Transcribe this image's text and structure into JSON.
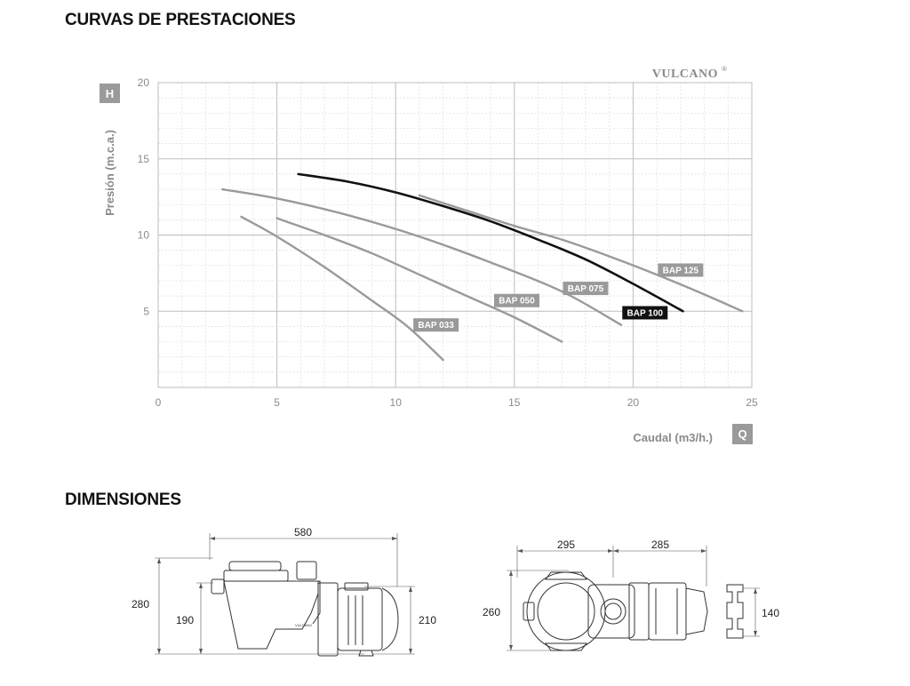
{
  "sections": {
    "curves_title": "CURVAS DE PRESTACIONES",
    "dimensions_title": "DIMENSIONES"
  },
  "brand": "VULCANO",
  "brand_mark": "®",
  "colors": {
    "grid": "#c8c8c8",
    "light_curve": "#9a9a9a",
    "highlight_curve": "#111111",
    "badge_light": "#9a9a9a",
    "badge_dark": "#111111",
    "axis_badge": "#9a9a9a"
  },
  "chart_data": {
    "type": "line",
    "title": "",
    "xlabel": "Caudal (m3/h.)",
    "ylabel": "Presión (m.c.a.)",
    "x_axis_badge": "Q",
    "y_axis_badge": "H",
    "xlim": [
      0,
      25
    ],
    "ylim": [
      0,
      20
    ],
    "x_ticks": [
      0,
      5,
      10,
      15,
      20,
      25
    ],
    "y_ticks": [
      5,
      10,
      15,
      20
    ],
    "grid": true,
    "series": [
      {
        "name": "BAP 033",
        "color": "#9a9a9a",
        "points": [
          [
            3.5,
            11.2
          ],
          [
            5,
            9.9
          ],
          [
            7,
            7.9
          ],
          [
            9,
            5.7
          ],
          [
            10.5,
            4.0
          ],
          [
            12,
            1.8
          ]
        ]
      },
      {
        "name": "BAP 050",
        "color": "#9a9a9a",
        "points": [
          [
            5,
            11.1
          ],
          [
            7,
            10.0
          ],
          [
            9,
            8.8
          ],
          [
            11,
            7.4
          ],
          [
            13,
            6.0
          ],
          [
            15,
            4.6
          ],
          [
            17,
            3.0
          ]
        ]
      },
      {
        "name": "BAP 075",
        "color": "#9a9a9a",
        "points": [
          [
            2.7,
            13.0
          ],
          [
            5,
            12.4
          ],
          [
            8,
            11.3
          ],
          [
            11,
            9.9
          ],
          [
            14,
            8.2
          ],
          [
            17,
            6.3
          ],
          [
            19.5,
            4.1
          ]
        ]
      },
      {
        "name": "BAP 100",
        "color": "#111111",
        "highlight": true,
        "points": [
          [
            5.9,
            14.0
          ],
          [
            8,
            13.5
          ],
          [
            10,
            12.8
          ],
          [
            12,
            11.9
          ],
          [
            14,
            10.9
          ],
          [
            16,
            9.7
          ],
          [
            18,
            8.4
          ],
          [
            20,
            6.8
          ],
          [
            22.1,
            5.0
          ]
        ]
      },
      {
        "name": "BAP 125",
        "color": "#9a9a9a",
        "points": [
          [
            11,
            12.6
          ],
          [
            13,
            11.6
          ],
          [
            15,
            10.6
          ],
          [
            17,
            9.7
          ],
          [
            19,
            8.6
          ],
          [
            21,
            7.4
          ],
          [
            23,
            6.1
          ],
          [
            24.6,
            5.0
          ]
        ]
      }
    ],
    "annotations": [
      {
        "text": "BAP 033",
        "x": 11.7,
        "y": 4.1,
        "style": "light"
      },
      {
        "text": "BAP 050",
        "x": 15.1,
        "y": 5.7,
        "style": "light"
      },
      {
        "text": "BAP 075",
        "x": 18.0,
        "y": 6.5,
        "style": "light"
      },
      {
        "text": "BAP 100",
        "x": 20.5,
        "y": 4.9,
        "style": "dark"
      },
      {
        "text": "BAP 125",
        "x": 22.0,
        "y": 7.7,
        "style": "light"
      }
    ]
  },
  "dimensions": {
    "side_view": {
      "length": "580",
      "height_total": "280",
      "height_inlet": "190",
      "height_motor": "210"
    },
    "top_view": {
      "width_left": "295",
      "width_right": "285",
      "depth": "260"
    },
    "base_view": {
      "base_width": "140"
    }
  }
}
